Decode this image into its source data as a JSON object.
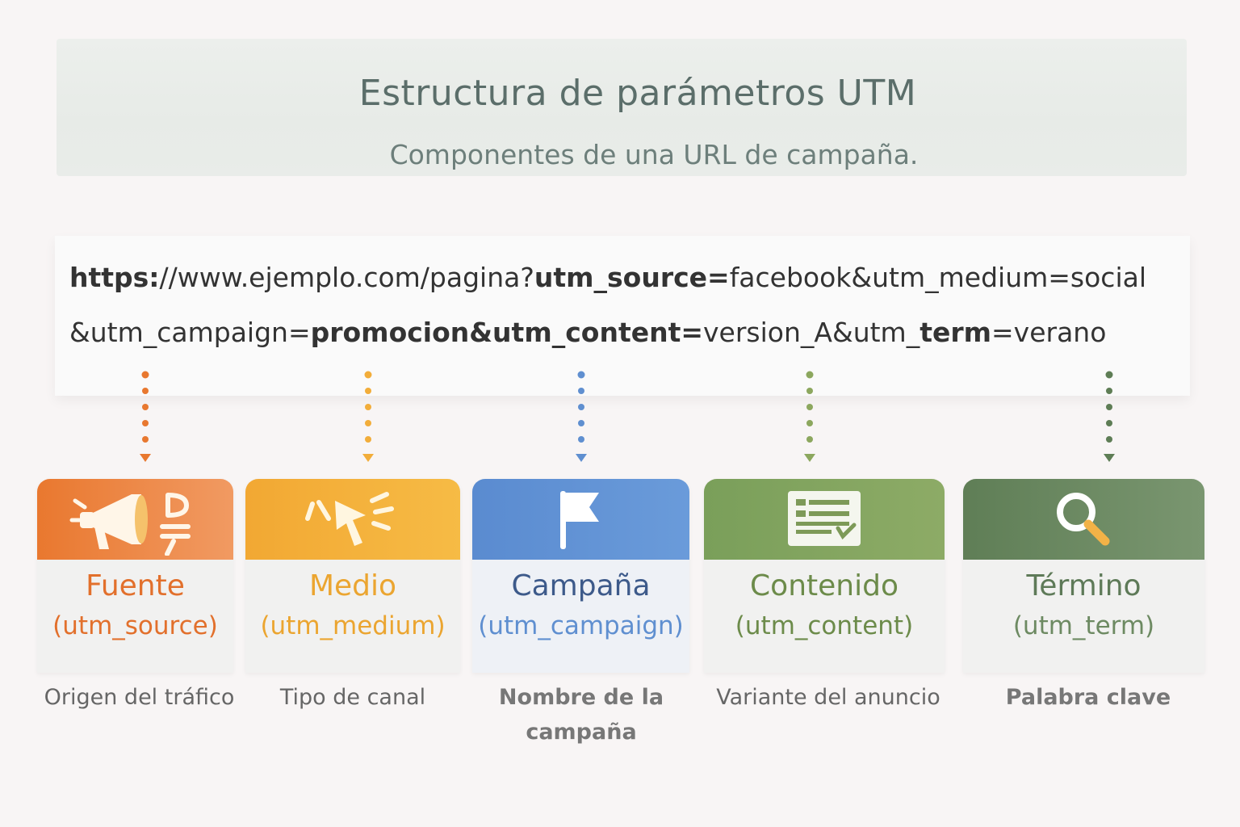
{
  "header": {
    "title": "Estructura de parámetros UTM",
    "subtitle": "Componentes de una URL de campaña."
  },
  "url": {
    "line1": [
      {
        "text": "https:",
        "bold": true
      },
      {
        "text": "//www.ejemplo.com/pagina?",
        "bold": false
      },
      {
        "text": "utm_source=",
        "bold": true
      },
      {
        "text": "facebook&utm_medium=social",
        "bold": false
      }
    ],
    "line2": [
      {
        "text": "&utm_campaign=",
        "bold": false
      },
      {
        "text": "promocion",
        "bold": true
      },
      {
        "text": "&utm_content=",
        "bold": true
      },
      {
        "text": "version_A&utm_",
        "bold": false
      },
      {
        "text": "term",
        "bold": true
      },
      {
        "text": "=verano",
        "bold": false
      }
    ]
  },
  "cards": [
    {
      "name": "Fuente",
      "param": "(utm_source)",
      "desc": "Origen del tráfico",
      "icon": "megaphone-icon",
      "color": "#e8782f",
      "top": "#ee8f4c",
      "text_color": "#e2702c"
    },
    {
      "name": "Medio",
      "param": "(utm_medium)",
      "desc": "Tipo de canal",
      "icon": "cursor-click-icon",
      "color": "#f2ad3a",
      "top": "#f3b23c",
      "text_color": "#eba530"
    },
    {
      "name": "Campaña",
      "param": "(utm_campaign)",
      "desc": "Nombre de la campaña",
      "icon": "flag-icon",
      "color": "#5f8fd0",
      "top": "#5d8fd2",
      "text_color": "#3d5a8a"
    },
    {
      "name": "Contenido",
      "param": "(utm_content)",
      "desc": "Variante del anuncio",
      "icon": "document-icon",
      "color": "#8ca75e",
      "top": "#86a45e",
      "text_color": "#6c8b4a"
    },
    {
      "name": "Término",
      "param": "(utm_term)",
      "desc": "Palabra clave",
      "icon": "magnifier-icon",
      "color": "#5e7d55",
      "top": "#6f8c66",
      "text_color": "#5e7a58"
    }
  ]
}
